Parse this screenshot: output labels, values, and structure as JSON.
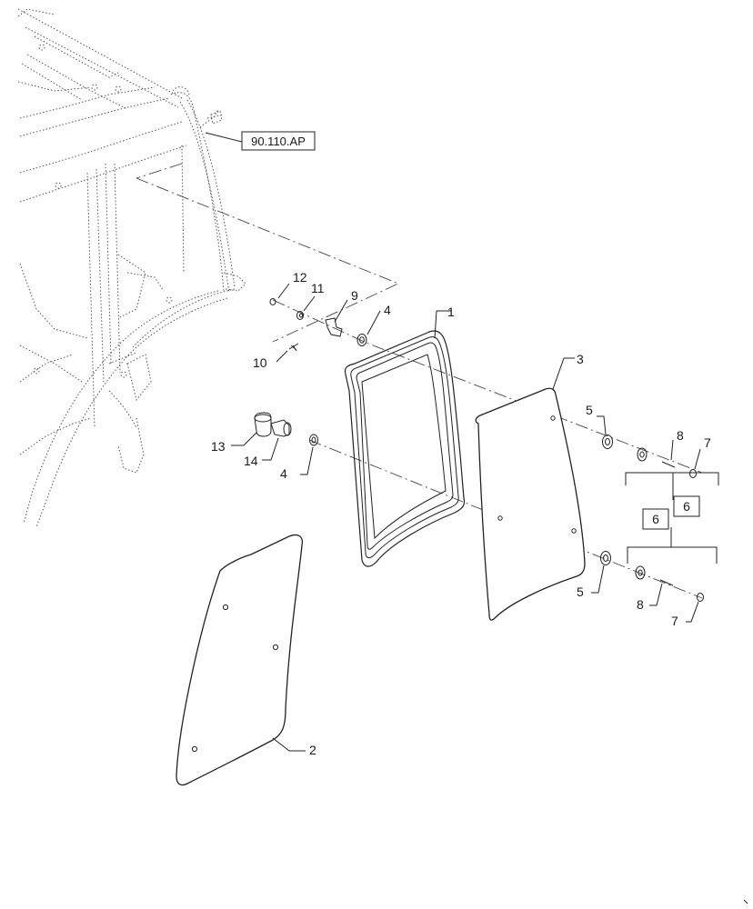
{
  "diagram": {
    "reference_label": "90.110.AP",
    "callouts": {
      "c1": "1",
      "c2": "2",
      "c3": "3",
      "c4a": "4",
      "c4b": "4",
      "c5a": "5",
      "c5b": "5",
      "c6a": "6",
      "c6b": "6",
      "c7a": "7",
      "c7b": "7",
      "c8a": "8",
      "c8b": "8",
      "c9": "9",
      "c10": "10",
      "c11": "11",
      "c12": "12",
      "c13": "13",
      "c14": "14"
    }
  }
}
